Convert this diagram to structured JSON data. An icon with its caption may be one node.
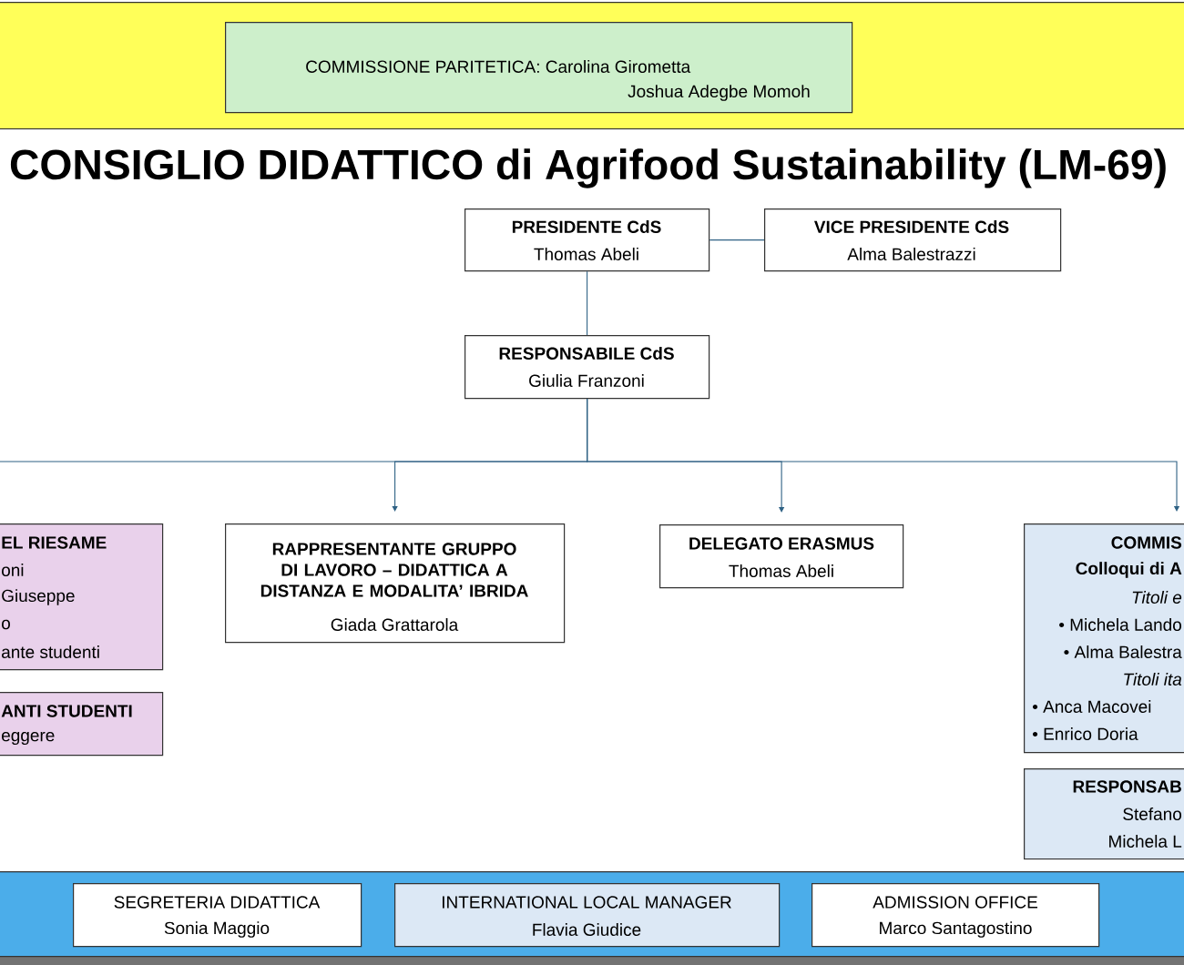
{
  "diagram": {
    "title": "CONSIGLIO DIDATTICO di Agrifood Sustainability (LM-69)",
    "nodes": [
      {
        "text": [],
        "shape": "box"
      },
      {
        "text": [
          "COMMISSIONE PARITETICA: Carolina Girometta",
          "Joshua Adegbe Momoh"
        ],
        "in": 0
      },
      {
        "text": [
          "PRESIDENTE CdS",
          "Thomas Abeli"
        ]
      },
      {
        "text": [
          "VICE PRESIDENTE CdS",
          "Alma Balestrazzi"
        ]
      },
      {
        "text": [
          "RESPONSABILE CdS",
          "Giulia Franzoni"
        ]
      },
      {
        "text": [
          "EL RIESAME",
          "oni",
          "Giuseppe",
          "o",
          "ante studenti"
        ]
      },
      {
        "text": [
          "ANTI STUDENTI",
          "eggere"
        ]
      },
      {
        "text": [
          "RAPPRESENTANTE GRUPPO DI LAVORO – DIDATTICA A DISTANZA E MODALITA’ IBRIDA",
          "Giada Grattarola"
        ]
      },
      {
        "text": [
          "DELEGATO ERASMUS",
          "Thomas Abeli"
        ]
      },
      {
        "text": [
          "COMMIS",
          "Colloqui di A",
          "Titoli e",
          "• Michela Lando",
          "• Alma Balestra",
          "Titoli ita",
          "• Anca Macovei",
          "• Enrico Doria"
        ]
      },
      {
        "text": [
          "RESPONSAB",
          "Stefano",
          "Michela L"
        ]
      },
      {
        "text": [],
        "shape": "box"
      },
      {
        "text": [
          "SEGRETERIA DIDATTICA",
          "Sonia Maggio"
        ],
        "in": 11
      },
      {
        "text": [
          "INTERNATIONAL LOCAL MANAGER",
          "Flavia Giudice"
        ],
        "in": 11
      },
      {
        "text": [
          "ADMISSION OFFICE",
          "Marco Santagostino"
        ],
        "in": 11
      }
    ],
    "edges": [
      {
        "from": 2,
        "to": 3,
        "arrow": "none"
      },
      {
        "from": 2,
        "to": 4,
        "arrow": "none"
      },
      {
        "from": 4,
        "to": null,
        "arrow": "none"
      },
      {
        "from": 4,
        "to": 7,
        "arrow": "to"
      },
      {
        "from": 4,
        "to": 8,
        "arrow": "to"
      },
      {
        "from": 4,
        "to": 9,
        "arrow": "to"
      }
    ]
  }
}
